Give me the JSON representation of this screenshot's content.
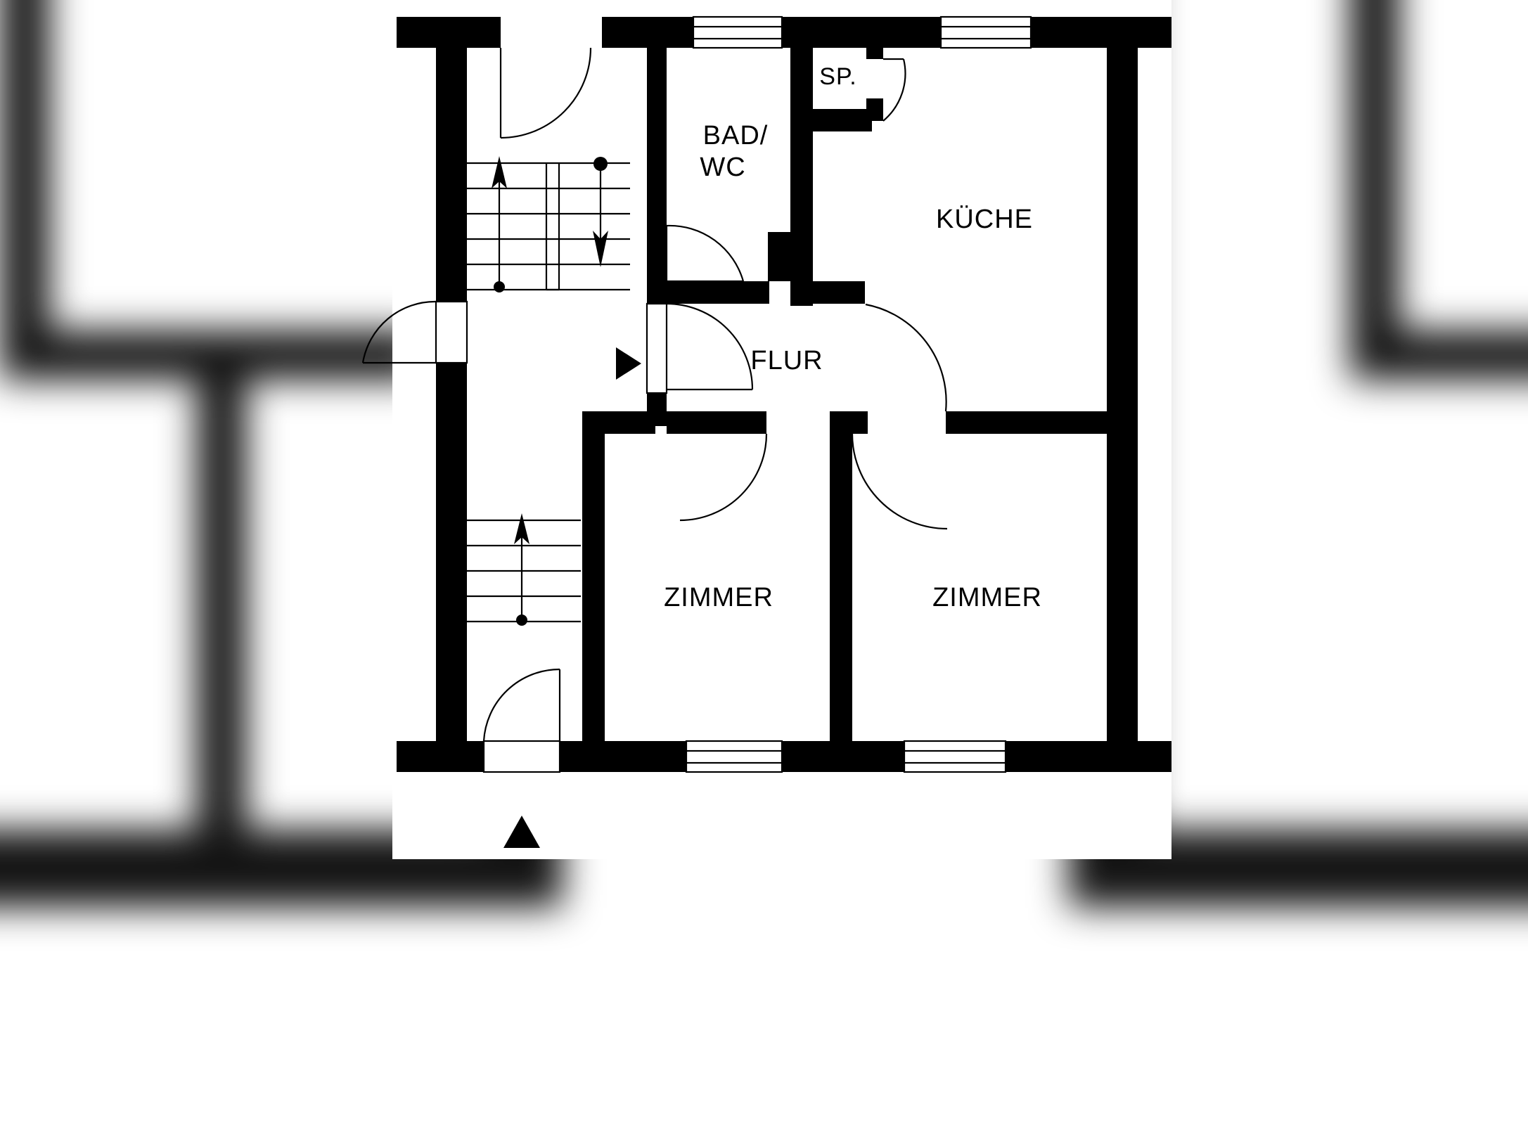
{
  "document": {
    "kind": "floor-plan",
    "title": "Grundriss",
    "background_color": "#ffffff",
    "line_color": "#000000"
  },
  "rooms": [
    {
      "id": "bad-wc",
      "label_line1": "BAD/",
      "label_line2": "WC",
      "label": "BAD/ WC"
    },
    {
      "id": "sp",
      "label": "SP."
    },
    {
      "id": "kueche",
      "label": "KÜCHE"
    },
    {
      "id": "flur",
      "label": "FLUR"
    },
    {
      "id": "zimmer-left",
      "label": "ZIMMER"
    },
    {
      "id": "zimmer-right",
      "label": "ZIMMER"
    }
  ],
  "labels": {
    "bad_wc_line1": "BAD/",
    "bad_wc_line2": "WC",
    "sp": "SP.",
    "kueche": "KÜCHE",
    "flur": "FLUR",
    "zimmer_left": "ZIMMER",
    "zimmer_right": "ZIMMER"
  },
  "symbols": {
    "stair_up_arrow": "stair-direction-up",
    "stair_down_arrow": "stair-direction-down",
    "entrance_triangle_bottom": "entrance-marker-triangle-up",
    "orientation_triangle_flur": "direction-marker-triangle-right",
    "window_count": 4,
    "door_count": 6,
    "stair_count": 3
  },
  "colors": {
    "wall": "#000000",
    "fill": "#ffffff",
    "line": "#000000"
  }
}
